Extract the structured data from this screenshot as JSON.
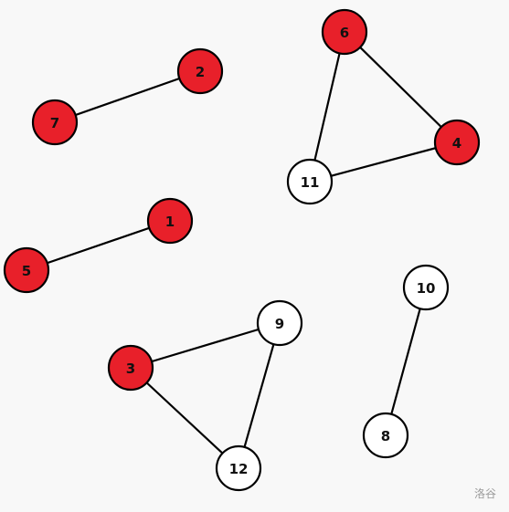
{
  "colors": {
    "highlight": "#e8202a",
    "plain": "#ffffff",
    "stroke": "#000000"
  },
  "nodes": [
    {
      "id": "1",
      "fill": "highlight"
    },
    {
      "id": "2",
      "fill": "highlight"
    },
    {
      "id": "3",
      "fill": "highlight"
    },
    {
      "id": "4",
      "fill": "highlight"
    },
    {
      "id": "5",
      "fill": "highlight"
    },
    {
      "id": "6",
      "fill": "highlight"
    },
    {
      "id": "7",
      "fill": "highlight"
    },
    {
      "id": "8",
      "fill": "plain"
    },
    {
      "id": "9",
      "fill": "plain"
    },
    {
      "id": "10",
      "fill": "plain"
    },
    {
      "id": "11",
      "fill": "plain"
    },
    {
      "id": "12",
      "fill": "plain"
    }
  ],
  "edges": [
    [
      "7",
      "2"
    ],
    [
      "5",
      "1"
    ],
    [
      "6",
      "4"
    ],
    [
      "6",
      "11"
    ],
    [
      "11",
      "4"
    ],
    [
      "3",
      "9"
    ],
    [
      "3",
      "12"
    ],
    [
      "9",
      "12"
    ],
    [
      "10",
      "8"
    ]
  ],
  "watermark": "洛谷"
}
